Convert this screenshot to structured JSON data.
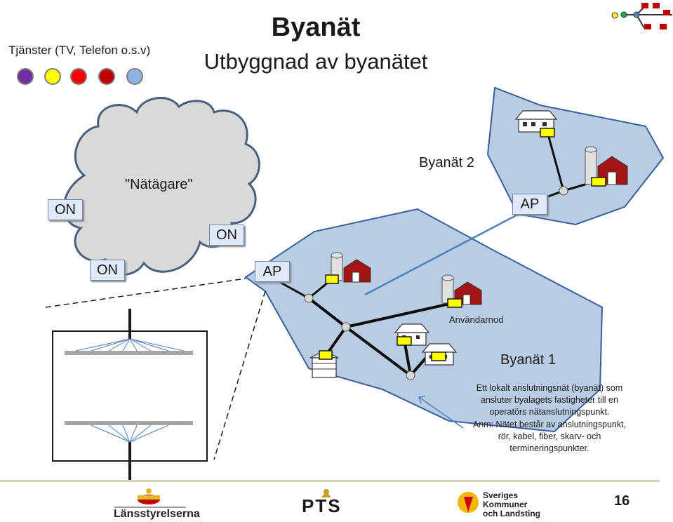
{
  "title": "Byanät",
  "subtitle": "Utbyggnad av byanätet",
  "services_label": "Tjänster (TV, Telefon o.s.v)",
  "service_dot_colors": [
    "#7030a0",
    "#ffff00",
    "#ff0000",
    "#c00000",
    "#8db3e2"
  ],
  "cloud": {
    "label": "\"Nätägare\""
  },
  "nodes": {
    "on_left": "ON",
    "on_middle": "ON",
    "on_bottom": "ON",
    "ap1": "AP",
    "ap2": "AP"
  },
  "network1": {
    "label": "Byanät 1",
    "end_node_label": "Användarnod"
  },
  "network2": {
    "label": "Byanät 2"
  },
  "description": [
    "Ett lokalt anslutningsnät (byanät) som",
    "ansluter byalagets fastigheter till en",
    "operatörs nätanslutningspunkt.",
    "Anm: Nätet består av  anslutningspunkt,",
    "rör, kabel, fiber, skarv- och",
    "termineringspunkter."
  ],
  "footer": {
    "page_number": "16",
    "logo_lansstyrelserna": "Länsstyrelserna",
    "logo_pts": "PTS",
    "logo_skl_line1": "Sveriges",
    "logo_skl_line2": "Kommuner",
    "logo_skl_line3": "och Landsting"
  },
  "colors": {
    "network_fill": "#b8cce4",
    "network_stroke": "#3a5f9a",
    "cloud_fill": "#d9d9d9",
    "user_box": "#ffff00"
  }
}
